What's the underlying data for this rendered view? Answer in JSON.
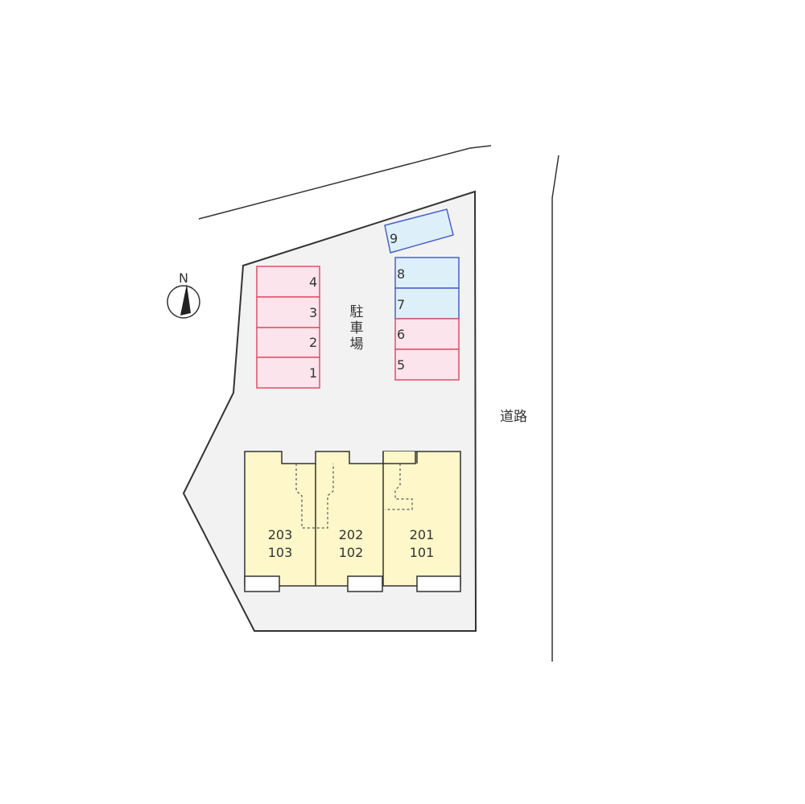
{
  "parking_label_chars": [
    "駐",
    "車",
    "場"
  ],
  "road_label": "道路",
  "compass": {
    "letter": "N"
  },
  "parking_spaces": [
    {
      "number": "1",
      "color": "red"
    },
    {
      "number": "2",
      "color": "red"
    },
    {
      "number": "3",
      "color": "red"
    },
    {
      "number": "4",
      "color": "red"
    },
    {
      "number": "5",
      "color": "red"
    },
    {
      "number": "6",
      "color": "red"
    },
    {
      "number": "7",
      "color": "blue"
    },
    {
      "number": "8",
      "color": "blue"
    },
    {
      "number": "9",
      "color": "blue"
    }
  ],
  "units": [
    {
      "upper": "203",
      "lower": "103"
    },
    {
      "upper": "202",
      "lower": "102"
    },
    {
      "upper": "201",
      "lower": "101"
    }
  ],
  "colors": {
    "lot_fill": "#f2f2f2",
    "line": "#333333",
    "red_fill": "#fce4ec",
    "red_stroke": "#e0506b",
    "blue_fill": "#ddf0fa",
    "blue_stroke": "#4a5fd0",
    "building_fill": "#fdf7c9"
  }
}
